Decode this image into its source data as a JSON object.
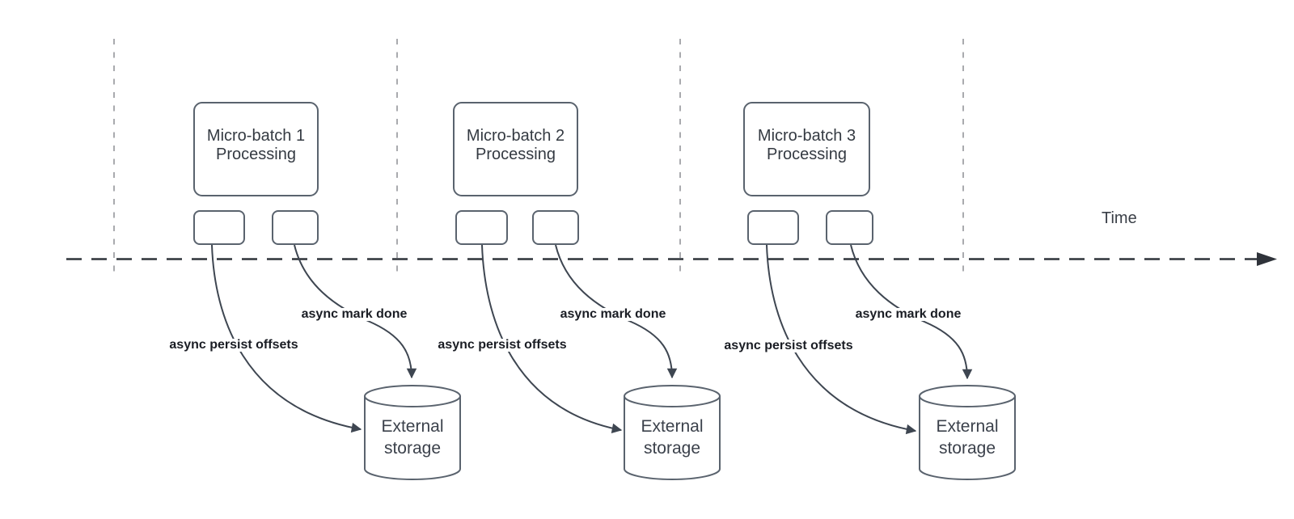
{
  "timeline": {
    "label": "Time"
  },
  "batches": [
    {
      "title_line1": "Micro-batch 1",
      "title_line2": "Processing",
      "persist_label": "async persist offsets",
      "done_label": "async mark done",
      "storage_label": "External storage"
    },
    {
      "title_line1": "Micro-batch 2",
      "title_line2": "Processing",
      "persist_label": "async persist offsets",
      "done_label": "async mark done",
      "storage_label": "External storage"
    },
    {
      "title_line1": "Micro-batch 3",
      "title_line2": "Processing",
      "persist_label": "async persist offsets",
      "done_label": "async mark done",
      "storage_label": "External storage"
    }
  ],
  "colors": {
    "curve": "#3e4651",
    "timeline_axis": "#2f333a",
    "gridline": "#a9aaae",
    "shape_border": "#5a636e"
  }
}
